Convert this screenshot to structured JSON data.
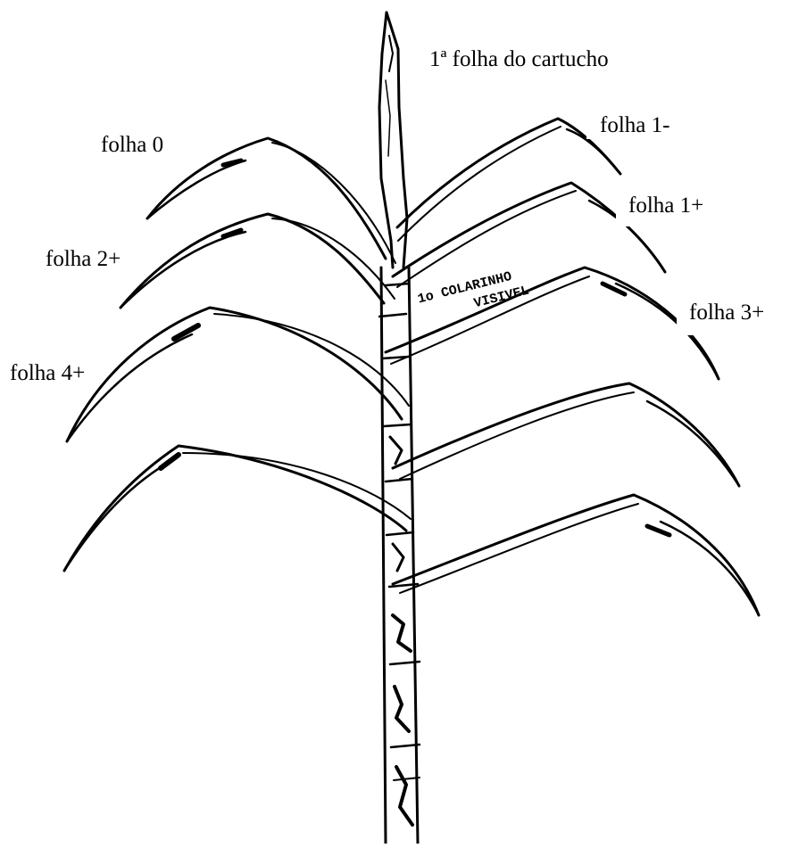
{
  "labels": {
    "cartucho": "1ª folha do cartucho",
    "folha_0": "folha 0",
    "folha_1_minus": "folha 1-",
    "folha_1_plus": "folha 1+",
    "folha_2_plus": "folha 2+",
    "folha_3_plus": "folha 3+",
    "folha_4_plus": "folha 4+"
  },
  "stamp": {
    "line1": "1o COLARINHO",
    "line2": "VISIVEL"
  }
}
